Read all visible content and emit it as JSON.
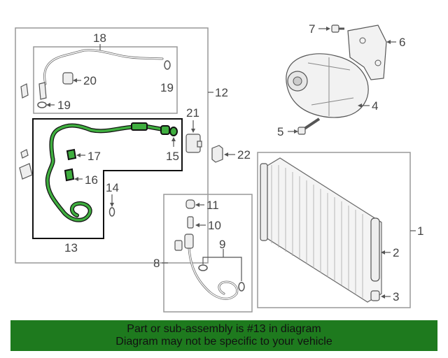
{
  "callouts": {
    "c1": "1",
    "c2": "2",
    "c3": "3",
    "c4": "4",
    "c5": "5",
    "c6": "6",
    "c7": "7",
    "c8": "8",
    "c9": "9",
    "c10": "10",
    "c11": "11",
    "c12": "12",
    "c13": "13",
    "c14": "14",
    "c15": "15",
    "c16": "16",
    "c17": "17",
    "c18": "18",
    "c19a": "19",
    "c19b": "19",
    "c20": "20",
    "c21": "21",
    "c22": "22"
  },
  "highlight_color": "#3fae3f",
  "banner": {
    "line1": "Part or sub-assembly is #13 in diagram",
    "line2": "Diagram may not be specific to your vehicle",
    "color": "#1e7a1e"
  }
}
